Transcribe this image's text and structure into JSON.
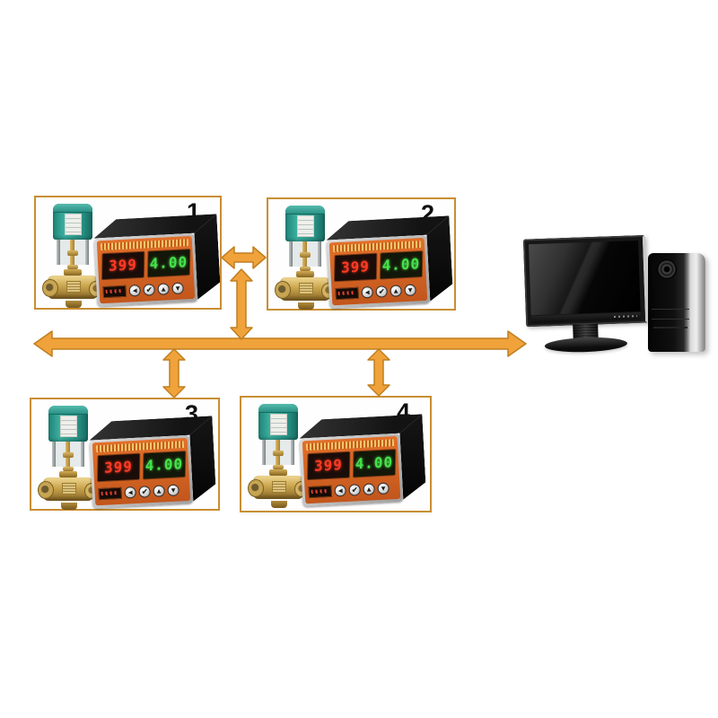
{
  "diagram": {
    "description": "Four valve-controller units networked to a PC",
    "colors": {
      "arrow_fill": "#F0A23B",
      "arrow_stroke": "#C07E1F",
      "box_border": "#C98E33",
      "meter_bezel": "#D96627",
      "pv_color": "#FF3A26",
      "sv_color": "#45E34B",
      "actuator_teal": "#2E9C8E",
      "valve_brass": "#C8A24E"
    },
    "units": [
      {
        "label": "1",
        "meter": {
          "pv": "399",
          "sv": "4.00"
        }
      },
      {
        "label": "2",
        "meter": {
          "pv": "399",
          "sv": "4.00"
        }
      },
      {
        "label": "3",
        "meter": {
          "pv": "399",
          "sv": "4.00"
        }
      },
      {
        "label": "4",
        "meter": {
          "pv": "399",
          "sv": "4.00"
        }
      }
    ],
    "meter": {
      "buttons": [
        {
          "name": "shift-button",
          "glyph": "◄"
        },
        {
          "name": "enter-button",
          "glyph": "✔"
        },
        {
          "name": "up-button",
          "glyph": "▲"
        },
        {
          "name": "down-button",
          "glyph": "▼"
        }
      ]
    }
  }
}
